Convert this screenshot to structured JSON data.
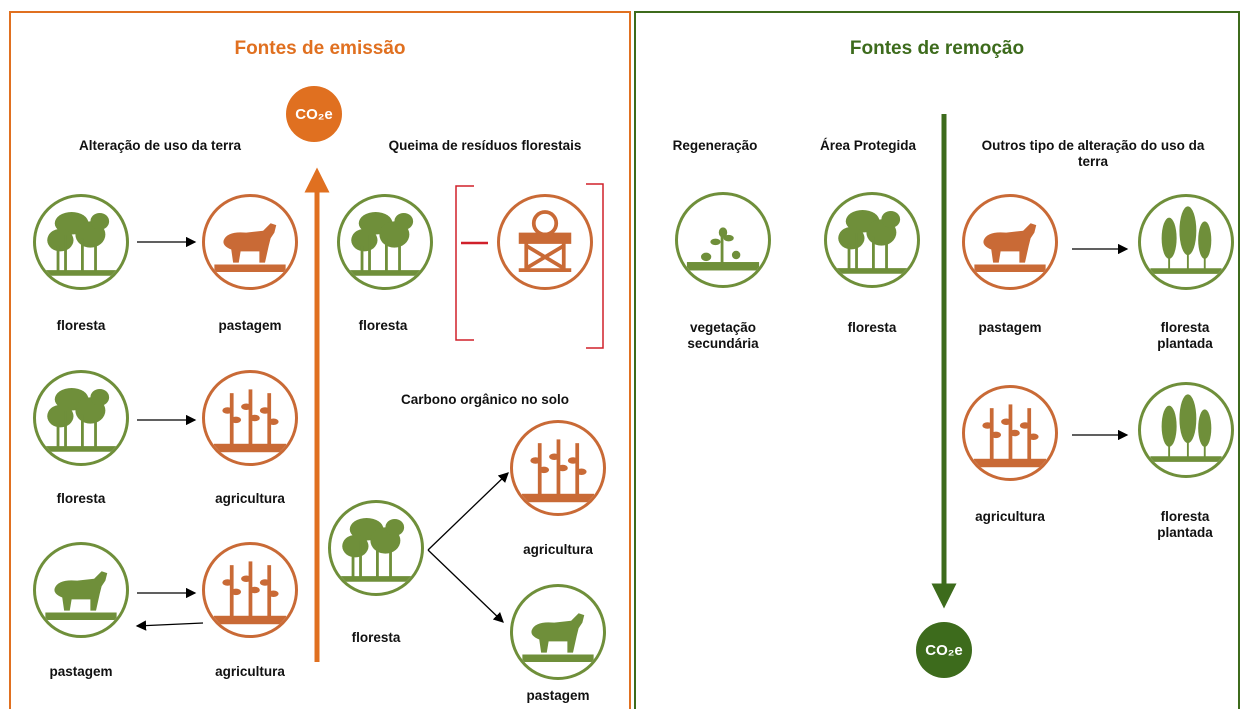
{
  "colors": {
    "emission": "#e07020",
    "removal": "#3d6b1c",
    "green_icon": "#6f8f3a",
    "orange_icon": "#c96a36"
  },
  "emission": {
    "title": "Fontes de emissão",
    "co2_label": "CO₂e",
    "land_use_heading": "Alteração de uso da terra",
    "burning_heading": "Queima de resíduos florestais",
    "soil_heading": "Carbono orgânico no solo",
    "rows": [
      {
        "from": "floresta",
        "to": "pastagem"
      },
      {
        "from": "floresta",
        "to": "agricultura"
      },
      {
        "from": "pastagem",
        "to": "agricultura"
      }
    ],
    "burning_label": "floresta",
    "soil": {
      "from": "floresta",
      "to_a": "agricultura",
      "to_b": "pastagem"
    }
  },
  "removal": {
    "title": "Fontes de remoção",
    "co2_label": "CO₂e",
    "regeneration_heading": "Regeneração",
    "regeneration_label": "vegetação secundária",
    "protected_heading": "Área Protegida",
    "protected_label": "floresta",
    "other_heading": "Outros tipo de alteração do uso da terra",
    "other_rows": [
      {
        "from": "pastagem",
        "to": "floresta plantada"
      },
      {
        "from": "agricultura",
        "to": "floresta plantada"
      }
    ]
  }
}
